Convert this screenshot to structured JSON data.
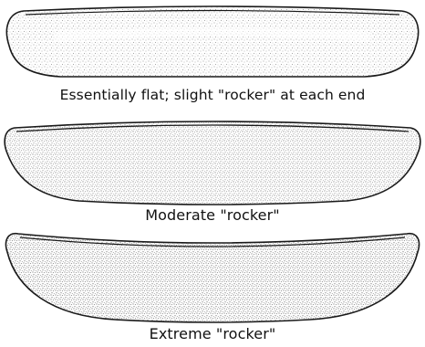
{
  "diagram": {
    "profiles": [
      {
        "caption": "Essentially flat; slight \"rocker\" at each end"
      },
      {
        "caption": "Moderate \"rocker\""
      },
      {
        "caption": "Extreme \"rocker\""
      }
    ]
  },
  "colors": {
    "outline": "#1a1a1a",
    "stipple": "#7a7a7a",
    "caption_text": "#111111",
    "background": "#ffffff"
  }
}
